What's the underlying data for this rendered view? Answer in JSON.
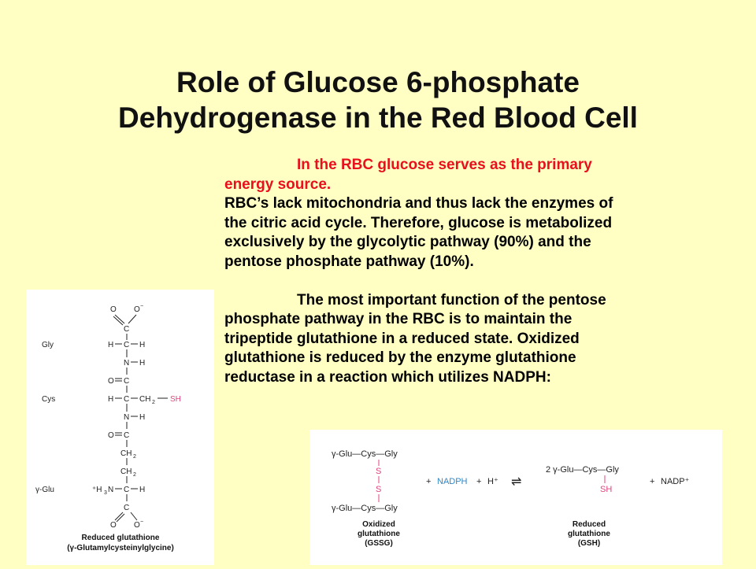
{
  "slide": {
    "title_line1": "Role of Glucose 6-phosphate",
    "title_line2": "Dehydrogenase in the Red Blood Cell"
  },
  "para1": {
    "red_line1": "In the RBC glucose serves as the primary",
    "red_line2": "energy source.",
    "black": [
      "RBC’s lack mitochondria and thus lack the enzymes of",
      "the citric acid cycle. Therefore, glucose is metabolized",
      "exclusively by the glycolytic pathway (90%) and the",
      "pentose phosphate pathway (10%)."
    ]
  },
  "para2": {
    "lines": [
      "The most important function of the pentose",
      "phosphate pathway in the RBC is to maintain the",
      "tripeptide glutathione in a reduced state. Oxidized",
      "glutathione is reduced by the enzyme glutathione",
      "reductase in a reaction which utilizes NADPH:"
    ]
  },
  "structure": {
    "labels": {
      "gly": "Gly",
      "cys": "Cys",
      "glu": "γ-Glu"
    },
    "caption1": "Reduced glutathione",
    "caption2": "(γ-Glutamylcysteinylglycine)"
  },
  "reaction": {
    "gssg": {
      "top": "γ-Glu—Cys—Gly",
      "bottom": "γ-Glu—Cys—Gly",
      "s": "S",
      "label": [
        "Oxidized",
        "glutathione",
        "(GSSG)"
      ]
    },
    "plus": "+",
    "nadph": "NADPH",
    "hplus": "H⁺",
    "arrow": "⇌",
    "gsh": {
      "formula": "2 γ-Glu—Cys—Gly",
      "sh": "SH",
      "label": [
        "Reduced",
        "glutathione",
        "(GSH)"
      ]
    },
    "nadp": "NADP⁺"
  },
  "colors": {
    "background": "#ffffc4",
    "red_text": "#e8101c",
    "pink": "#e0447e",
    "blue": "#2e86c8"
  }
}
